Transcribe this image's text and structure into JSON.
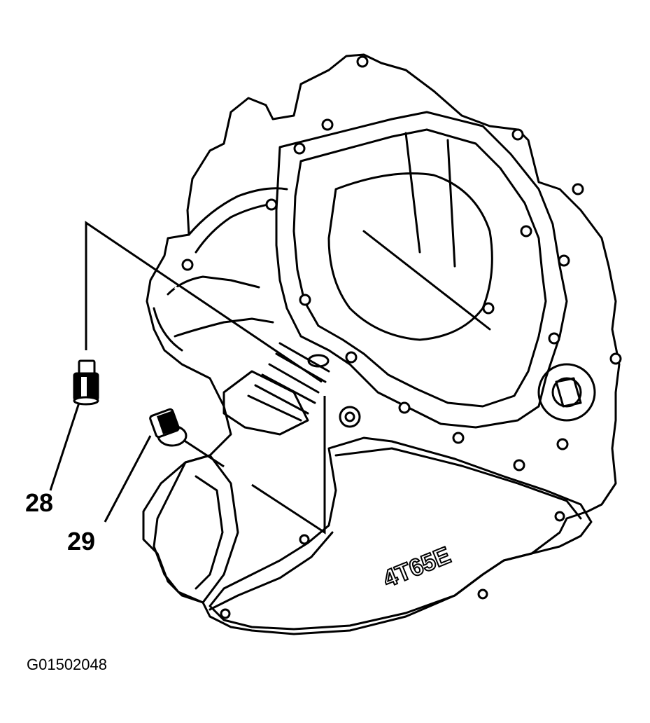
{
  "diagram": {
    "callouts": [
      {
        "id": "28",
        "label": "28"
      },
      {
        "id": "29",
        "label": "29"
      }
    ],
    "figure_id": "G01502048",
    "case_marking": "4T65E",
    "colors": {
      "ink": "#000000",
      "background": "#ffffff"
    }
  }
}
